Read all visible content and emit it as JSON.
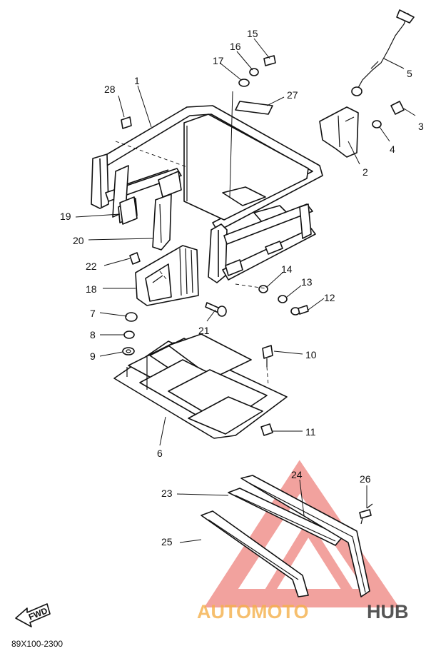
{
  "diagram": {
    "callouts": [
      "1",
      "2",
      "3",
      "4",
      "5",
      "6",
      "7",
      "8",
      "9",
      "10",
      "11",
      "12",
      "13",
      "14",
      "15",
      "16",
      "17",
      "18",
      "19",
      "20",
      "21",
      "22",
      "23",
      "24",
      "25",
      "26",
      "27",
      "28"
    ],
    "fwd_label": "FWD",
    "drawing_code": "89X100-2300"
  },
  "watermark": {
    "prefix": "AUTOMOTO",
    "suffix": "HUB",
    "prefix_color": "#f5b04a",
    "suffix_color": "#2b2b2b",
    "logo_color": "#e8574f"
  }
}
